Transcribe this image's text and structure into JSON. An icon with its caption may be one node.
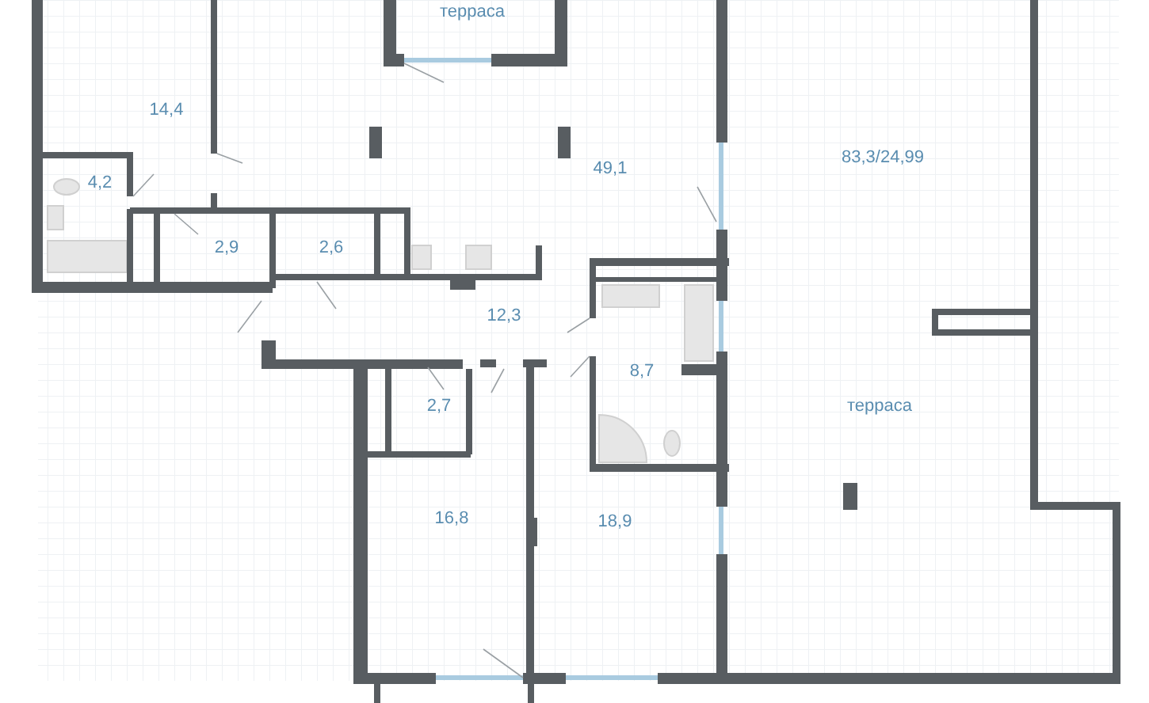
{
  "diagram": {
    "labels": [
      "терраса",
      "14,4",
      "4,2",
      "2,9",
      "2,6",
      "49,1",
      "83,3/24,99",
      "12,3",
      "8,7",
      "2,7",
      "терраса",
      "16,8",
      "18,9"
    ]
  }
}
